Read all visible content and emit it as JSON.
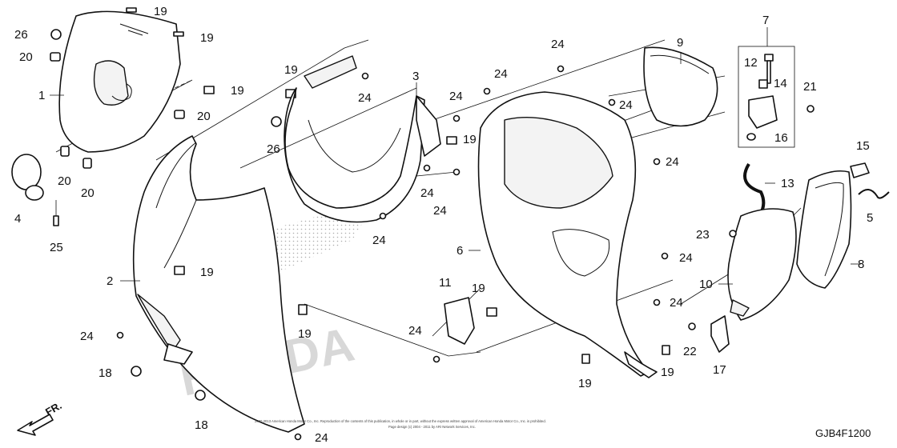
{
  "callouts": {
    "c1": "1",
    "c2": "2",
    "c3": "3",
    "c4": "4",
    "c5": "5",
    "c6": "6",
    "c7": "7",
    "c8": "8",
    "c9": "9",
    "c10": "10",
    "c11": "11",
    "c12": "12",
    "c13": "13",
    "c14": "14",
    "c15": "15",
    "c16": "16",
    "c17": "17",
    "c18": "18",
    "c19": "19",
    "c20": "20",
    "c21": "21",
    "c22": "22",
    "c23": "23",
    "c24": "24",
    "c25": "25",
    "c26": "26"
  },
  "direction_label": "FR.",
  "diagram_code": "GJB4F1200",
  "watermark": "HONDA",
  "copyright_line1": "2000-2013 American Honda Motor Co., Inc. Reproduction of the contents of this publication, in whole or in part, without the express written approval of American Honda Motor Co., Inc. is prohibited.",
  "copyright_line2": "Page design (c) 2004 - 2011 by ARI Network Services, Inc.",
  "colors": {
    "line": "#111111",
    "watermark": "#d8d8d8",
    "background": "#ffffff"
  }
}
